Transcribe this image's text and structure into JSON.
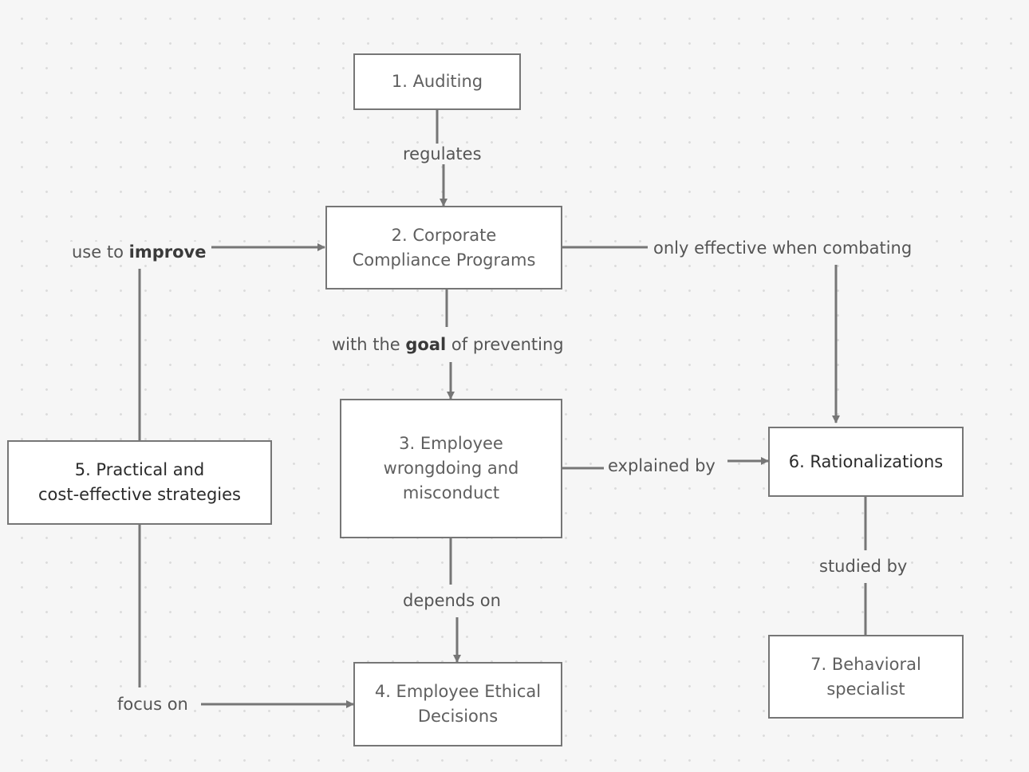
{
  "nodes": {
    "auditing": "1. Auditing",
    "corporate_compliance": "2. Corporate\nCompliance Programs",
    "employee_wrongdoing": "3. Employee\nwrongdoing and\nmisconduct",
    "employee_ethical_decisions": "4. Employee Ethical\nDecisions",
    "practical_strategies": "5. Practical and\ncost-effective strategies",
    "rationalizations": "6. Rationalizations",
    "behavioral_specialist": "7. Behavioral\nspecialist"
  },
  "edges": {
    "regulates": "regulates",
    "use_to": "use to",
    "improve": "improve",
    "only_effective": "only effective when combating",
    "with_the": "with the",
    "goal": "goal",
    "of_preventing": "of preventing",
    "explained_by": "explained by",
    "studied_by": "studied by",
    "depends_on": "depends on",
    "focus_on": "focus on"
  },
  "colors": {
    "background": "#f6f6f6",
    "dot": "#dcdcdc",
    "stroke": "#767676",
    "text": "#5f5f5f"
  }
}
